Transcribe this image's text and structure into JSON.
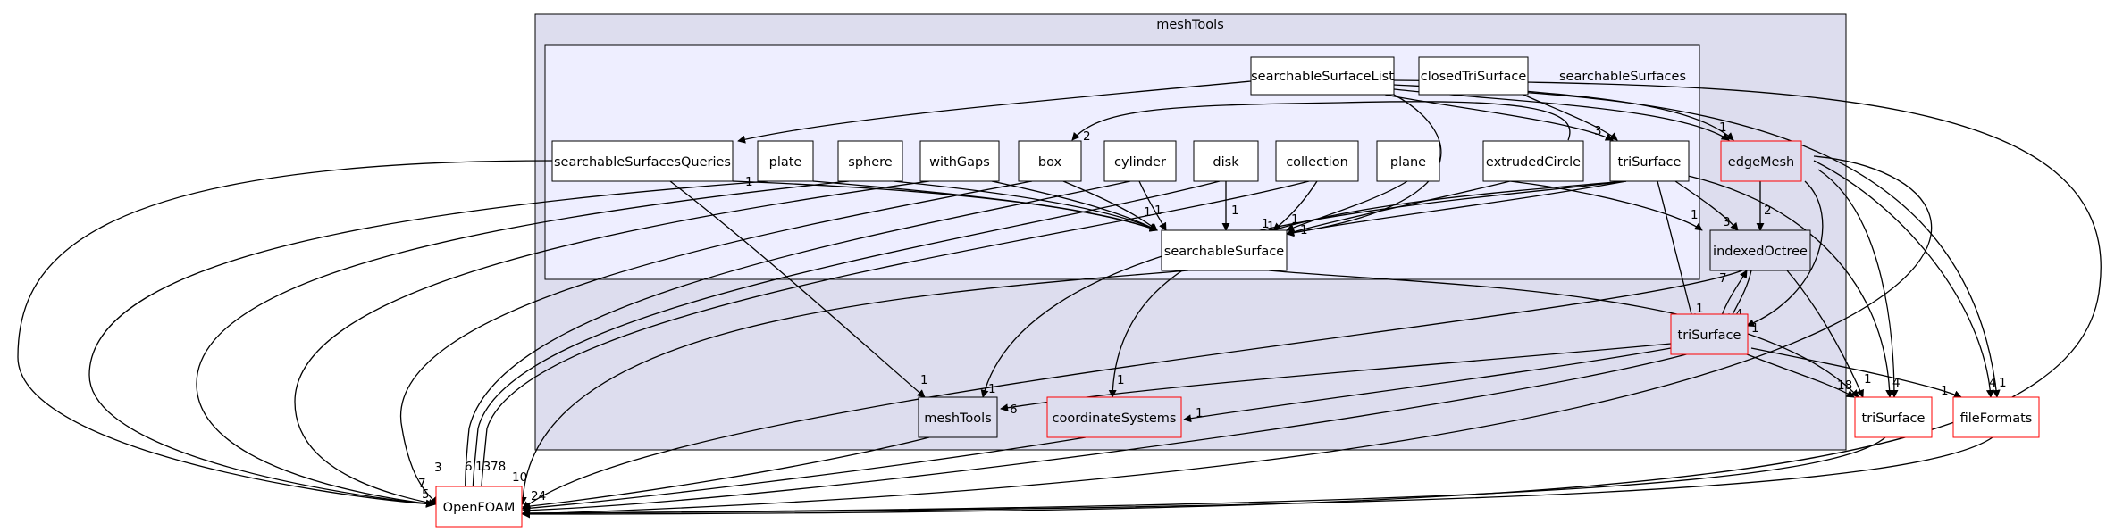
{
  "clusters": {
    "outer": {
      "title": "meshTools"
    },
    "inner": {
      "title": "searchableSurfaces"
    }
  },
  "nodes": {
    "searchableSurfaceList": "searchableSurfaceList",
    "closedTriSurface": "closedTriSurface",
    "searchableSurfacesQueries": "searchableSurfacesQueries",
    "plate": "plate",
    "sphere": "sphere",
    "withGaps": "withGaps",
    "box": "box",
    "cylinder": "cylinder",
    "disk": "disk",
    "collection": "collection",
    "plane": "plane",
    "extrudedCircle": "extrudedCircle",
    "triSurface_inner": "triSurface",
    "edgeMesh": "edgeMesh",
    "searchableSurface": "searchableSurface",
    "indexedOctree": "indexedOctree",
    "triSurface_red": "triSurface",
    "meshTools_sub": "meshTools",
    "coordinateSystems": "coordinateSystems",
    "triSurface_ext": "triSurface",
    "fileFormats": "fileFormats",
    "OpenFOAM": "OpenFOAM"
  },
  "edge_labels": {
    "ssl_ssq": "1",
    "ssl_tri": "3",
    "ssl_edge": "1",
    "ext_box": "2",
    "box_ss": "1",
    "cyl_ss": "1",
    "disk_ss": "1",
    "coll_ss": "1",
    "plane_ss": "1",
    "tri_ss": "1",
    "ssl_ss": "1",
    "tri_io": "3",
    "edge_io": "2",
    "ext_io": "1",
    "io_trired": "4",
    "trired_io": "7",
    "edge_trired": "1",
    "tri_trired": "1",
    "ss_triext": "1",
    "trired_triext": "18",
    "io_triext": "1",
    "edge_triext": "4",
    "trired_ff": "1",
    "edge_ff": "4",
    "ssl_ff": "1",
    "trired_mt": "6",
    "trired_cs": "1",
    "ssq_mt": "1",
    "tri_mt": "1",
    "tri_cs": "1",
    "of_1": "3",
    "of_2": "6",
    "of_3": "13",
    "of_4": "78",
    "of_5": "10",
    "of_6": "7",
    "of_7": "5",
    "of_8": "24"
  },
  "colors": {
    "outer_cluster_fill": "#DDDDEE",
    "inner_cluster_fill": "#EEEEFF",
    "node_border": "#000000",
    "highlight_border": "#FF0000",
    "edge_color": "#000000"
  }
}
